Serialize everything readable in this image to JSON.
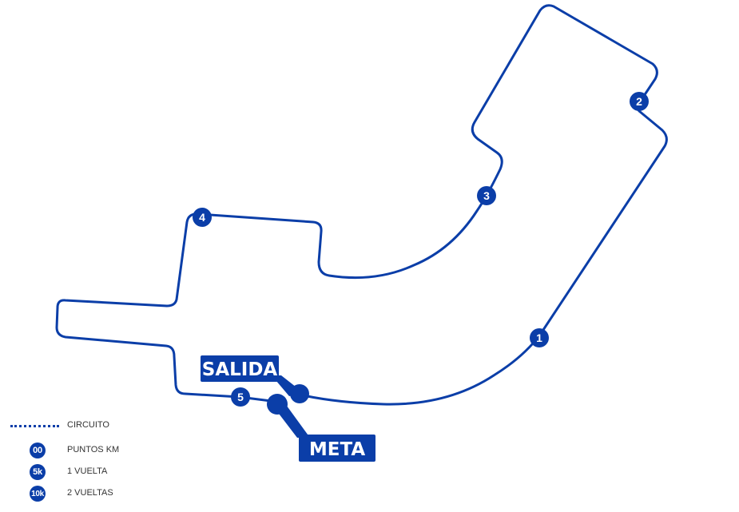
{
  "map": {
    "colors": {
      "route": "#0b3ea8",
      "marker": "#0b3ea8",
      "background": "#ffffff"
    },
    "km_markers": [
      "1",
      "2",
      "3",
      "4",
      "5"
    ],
    "start_label": "SALIDA",
    "finish_label": "META"
  },
  "legend": {
    "circuit_label": "CIRCUITO",
    "km_points": {
      "icon": "00",
      "label": "PUNTOS KM"
    },
    "one_lap": {
      "icon": "5k",
      "label": "1 VUELTA"
    },
    "two_laps": {
      "icon": "10k",
      "label": "2 VUELTAS"
    }
  }
}
